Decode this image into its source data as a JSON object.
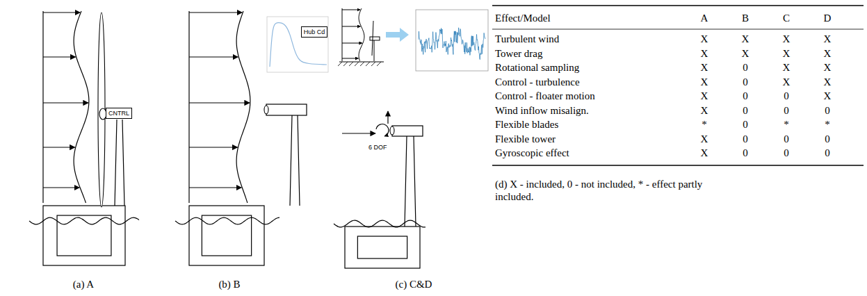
{
  "diagram": {
    "nodes": [
      {
        "text": [
          "CNTRL"
        ]
      },
      {
        "text": [
          "Hub Cd"
        ]
      }
    ],
    "labels": [
      "6 DOF",
      "(a) A",
      "(b) B",
      "(c) C&D",
      "Effect/Model",
      "A",
      "B",
      "C",
      "D",
      "Turbulent wind",
      "X",
      "X",
      "X",
      "X",
      "Tower drag",
      "X",
      "X",
      "X",
      "X",
      "Rotational sampling",
      "X",
      "0",
      "X",
      "X",
      "Control - turbulence",
      "X",
      "0",
      "X",
      "X",
      "Control - floater motion",
      "X",
      "0",
      "0",
      "X",
      "Wind inflow misalign.",
      "X",
      "0",
      "0",
      "0",
      "Flexible blades",
      "*",
      "0",
      "*",
      "*",
      "Flexible tower",
      "X",
      "0",
      "0",
      "0",
      "Gyroscopic effect",
      "X",
      "0",
      "0",
      "0",
      "(d) X - included, 0 - not included, * - effect partly included."
    ]
  }
}
